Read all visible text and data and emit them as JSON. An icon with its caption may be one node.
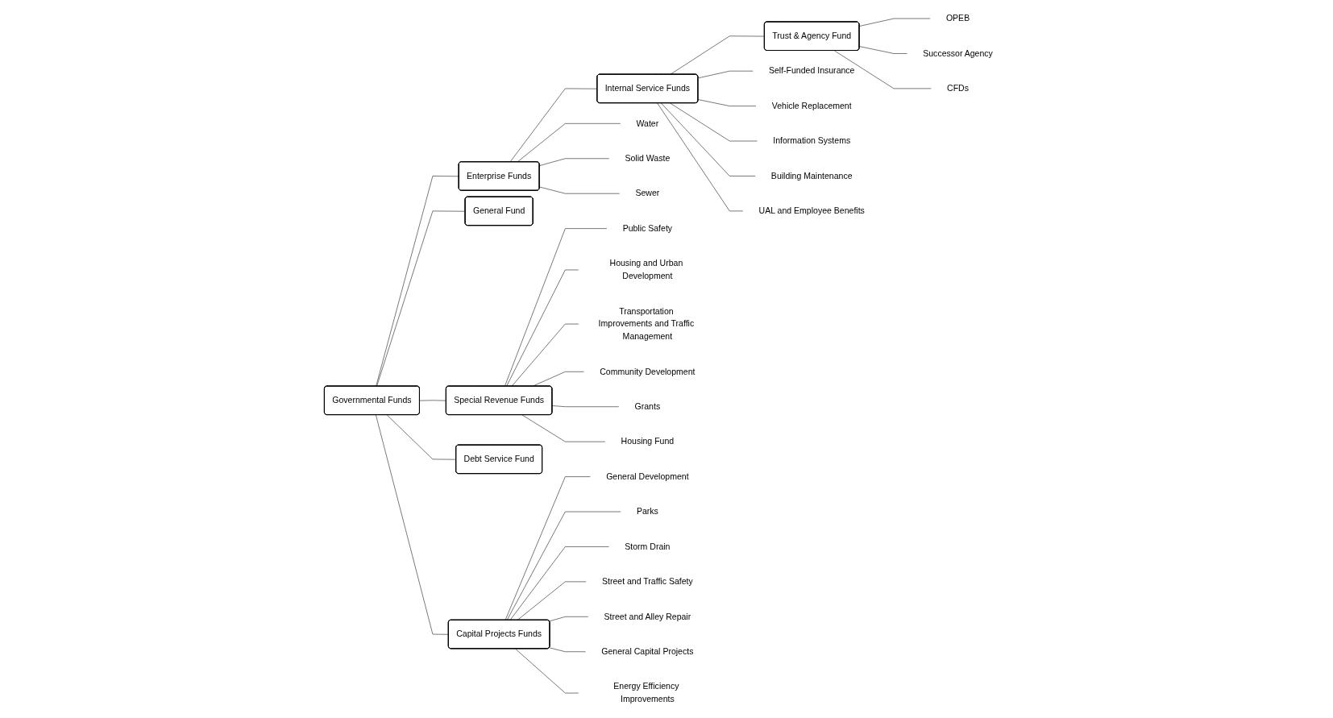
{
  "diagram": {
    "nodes": [
      {
        "text": [
          "Governmental Funds"
        ]
      },
      {
        "text": [
          "Enterprise Funds"
        ]
      },
      {
        "text": [
          "Internal Service Funds"
        ]
      },
      {
        "text": [
          "Trust & Agency Fund"
        ]
      },
      {
        "text": [
          "Water"
        ]
      },
      {
        "text": [
          "Solid Waste"
        ]
      },
      {
        "text": [
          "Sewer"
        ]
      },
      {
        "text": [
          "Self-Funded Insurance"
        ]
      },
      {
        "text": [
          "Vehicle Replacement"
        ]
      },
      {
        "text": [
          "Information Systems"
        ]
      },
      {
        "text": [
          "Building Maintenance"
        ]
      },
      {
        "text": [
          "UAL and Employee Benefits"
        ]
      },
      {
        "text": [
          "OPEB"
        ]
      },
      {
        "text": [
          "Successor Agency"
        ]
      },
      {
        "text": [
          "CFDs"
        ]
      },
      {
        "text": [
          "General Fund"
        ]
      },
      {
        "text": [
          "Special Revenue Funds"
        ]
      },
      {
        "text": [
          "Public Safety"
        ]
      },
      {
        "text": [
          "Housing and Urban Development"
        ]
      },
      {
        "text": [
          "Transportation Improvements and Traffic Management"
        ]
      },
      {
        "text": [
          "Community Development"
        ]
      },
      {
        "text": [
          "Grants"
        ]
      },
      {
        "text": [
          "Housing Fund"
        ]
      },
      {
        "text": [
          "Debt Service Fund"
        ]
      },
      {
        "text": [
          "Capital Projects Funds"
        ]
      },
      {
        "text": [
          "General Development"
        ]
      },
      {
        "text": [
          "Parks"
        ]
      },
      {
        "text": [
          "Storm Drain"
        ]
      },
      {
        "text": [
          "Street and Traffic Safety"
        ]
      },
      {
        "text": [
          "Street and Alley Repair"
        ]
      },
      {
        "text": [
          "General Capital Projects"
        ]
      },
      {
        "text": [
          "Energy Efficiency Improvements"
        ]
      }
    ],
    "edges": [
      {
        "from": 0,
        "to": 1,
        "arrow": "none"
      },
      {
        "from": 1,
        "to": 2,
        "arrow": "none"
      },
      {
        "from": 2,
        "to": 3,
        "arrow": "none"
      },
      {
        "from": 1,
        "to": 4,
        "arrow": "none"
      },
      {
        "from": 1,
        "to": 5,
        "arrow": "none"
      },
      {
        "from": 1,
        "to": 6,
        "arrow": "none"
      },
      {
        "from": 2,
        "to": 7,
        "arrow": "none"
      },
      {
        "from": 2,
        "to": 8,
        "arrow": "none"
      },
      {
        "from": 2,
        "to": 9,
        "arrow": "none"
      },
      {
        "from": 2,
        "to": 10,
        "arrow": "none"
      },
      {
        "from": 2,
        "to": 11,
        "arrow": "none"
      },
      {
        "from": 3,
        "to": 12,
        "arrow": "none"
      },
      {
        "from": 3,
        "to": 13,
        "arrow": "none"
      },
      {
        "from": 3,
        "to": 14,
        "arrow": "none"
      },
      {
        "from": 0,
        "to": 15,
        "arrow": "none"
      },
      {
        "from": 0,
        "to": 16,
        "arrow": "none"
      },
      {
        "from": 16,
        "to": 17,
        "arrow": "none"
      },
      {
        "from": 16,
        "to": 18,
        "arrow": "none"
      },
      {
        "from": 16,
        "to": 19,
        "arrow": "none"
      },
      {
        "from": 16,
        "to": 20,
        "arrow": "none"
      },
      {
        "from": 16,
        "to": 21,
        "arrow": "none"
      },
      {
        "from": 16,
        "to": 22,
        "arrow": "none"
      },
      {
        "from": 0,
        "to": 23,
        "arrow": "none"
      },
      {
        "from": 0,
        "to": 24,
        "arrow": "none"
      },
      {
        "from": 24,
        "to": 25,
        "arrow": "none"
      },
      {
        "from": 24,
        "to": 26,
        "arrow": "none"
      },
      {
        "from": 24,
        "to": 27,
        "arrow": "none"
      },
      {
        "from": 24,
        "to": 28,
        "arrow": "none"
      },
      {
        "from": 24,
        "to": 29,
        "arrow": "none"
      },
      {
        "from": 24,
        "to": 30,
        "arrow": "none"
      },
      {
        "from": 24,
        "to": 31,
        "arrow": "none"
      }
    ]
  }
}
